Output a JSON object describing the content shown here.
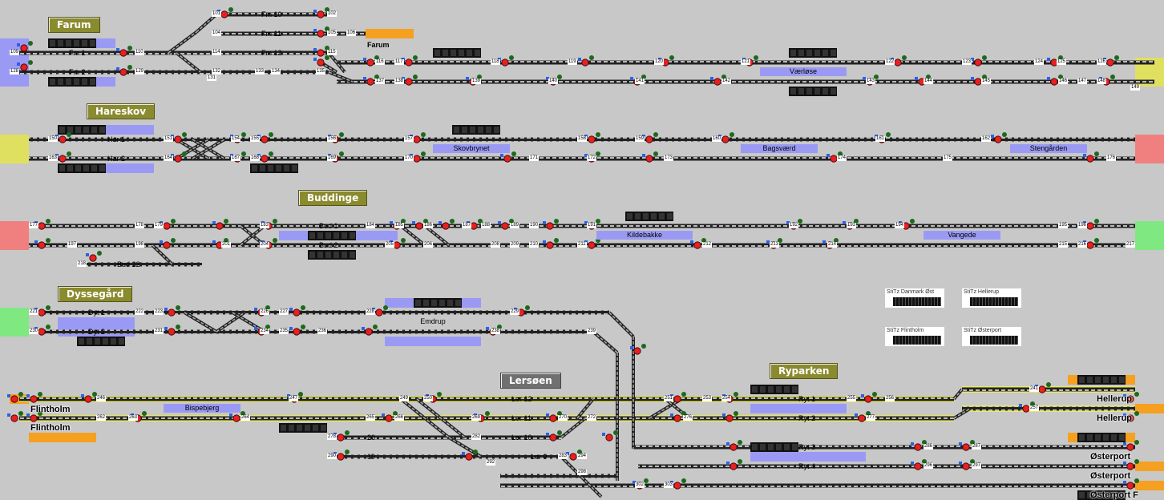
{
  "stations": {
    "farum": "Farum",
    "farum_platform": "Farum",
    "hareskov": "Hareskov",
    "buddinge": "Buddinge",
    "dyssegaard": "Dyssegård",
    "lersoeen": "Lersøen",
    "ryparken": "Ryparken"
  },
  "track_labels": {
    "fm10": "Fm 10",
    "fm11": "Fm 11",
    "fm12": "Fm 12",
    "fm1": "Fm 1",
    "fm2": "Fm 2",
    "har1": "Har 1",
    "har2": "Har 2",
    "bud1": "Bud 1",
    "bud2": "Bud 2",
    "bud22": "Bud 22",
    "dyt1": "Dyt 1",
    "dyt2": "Dyt 2",
    "ler12": "Ler 12",
    "ler11": "Ler 11",
    "ler10": "Ler 10",
    "ler9": "Ler 9",
    "ryt1": "Ryt 1",
    "ryt2": "Ryt 2",
    "ryt3": "Ryt 3",
    "ryt4": "Ryt 4",
    "t20": "20",
    "t19": "19"
  },
  "platforms": {
    "vaerloese": "Værløse",
    "skovbrynet": "Skovbrynet",
    "bagsvaerd": "Bagsværd",
    "stengaarden": "Stengården",
    "kildebakke": "Kildebakke",
    "vangede": "Vangede",
    "emdrup": "Emdrup",
    "bispebjerg": "Bispebjerg"
  },
  "endpoints": {
    "flintholm_1": "Flintholm",
    "flintholm_2": "Flintholm",
    "hellerup_1": "Hellerup",
    "hellerup_2": "Hellerup",
    "oesterport_1": "Østerport",
    "oesterport_2": "Østerport",
    "oesterport_f": "Østerport F"
  },
  "stitz": {
    "danmark_oest": "StiTz Danmark Øst",
    "hellerup": "StiTz Hellerup",
    "flintholm": "StiTz Flintholm",
    "oesterport": "StiTz Østerport"
  },
  "signal_numbers": {
    "s101": "101",
    "s102": "102",
    "s104": "104",
    "s105": "105",
    "s106": "106",
    "s114": "114",
    "s115": "115",
    "s109": "109",
    "s110": "110",
    "s128": "128",
    "s129": "129",
    "s131": "131",
    "s132": "132",
    "s133": "133",
    "s134": "134",
    "s135": "135",
    "s116": "116",
    "s117": "117",
    "s118": "118",
    "s119": "119",
    "s120": "120",
    "s121": "121",
    "s122": "122",
    "s123": "123",
    "s124": "124",
    "s125": "125",
    "s126": "126",
    "s137": "137",
    "s138": "138",
    "s139": "139",
    "s140": "140",
    "s141": "141",
    "s142": "142",
    "s143": "143",
    "s144": "144",
    "s145": "145",
    "s146": "146",
    "s147": "147",
    "s148": "148",
    "s149": "149",
    "s150": "150",
    "s151": "151",
    "s154": "154",
    "s155": "155",
    "s156": "156",
    "s157": "157",
    "s158": "158",
    "s159": "159",
    "s160": "160",
    "s161": "161",
    "s162": "162",
    "s163": "163",
    "s164": "164",
    "s167": "167",
    "s168": "168",
    "s169": "169",
    "s170": "170",
    "s171": "171",
    "s172": "172",
    "s173": "173",
    "s174": "174",
    "s175": "175",
    "s176": "176",
    "s177": "177",
    "s178": "178",
    "s179": "179",
    "s183": "183",
    "s184": "184",
    "s185": "185",
    "s186": "186",
    "s187": "187",
    "s188": "188",
    "s189": "189",
    "s190": "190",
    "s191": "191",
    "s192": "192",
    "s193": "193",
    "s194": "194",
    "s195": "195",
    "s196": "196",
    "s197": "197",
    "s198": "198",
    "s201": "201",
    "s204": "204",
    "s205": "205",
    "s206": "206",
    "s208": "208",
    "s209": "209",
    "s210": "210",
    "s211": "211",
    "s212": "212",
    "s213": "213",
    "s214": "214",
    "s215": "215",
    "s216": "216",
    "s217": "217",
    "s218": "218",
    "s221": "221",
    "s222": "222",
    "s223": "223",
    "s226": "226",
    "s227": "227",
    "s228": "228",
    "s229": "229",
    "s230": "230",
    "s231": "231",
    "s234": "234",
    "s235": "235",
    "s236": "236",
    "s238": "238",
    "s239": "239",
    "s246": "246",
    "s247": "247",
    "s249": "249",
    "s250": "250",
    "s251": "251",
    "s253": "253",
    "s254": "254",
    "s255": "255",
    "s256": "256",
    "s262": "262",
    "s263": "263",
    "s264": "264",
    "s265": "265",
    "s266": "266",
    "s269": "269",
    "s270": "270",
    "s272": "272",
    "s276": "276",
    "s277": "277",
    "s278": "278",
    "s282": "282",
    "s283": "283",
    "s286": "286",
    "s287": "287",
    "s290": "290",
    "s292": "292",
    "s294": "294",
    "s296": "296",
    "s297": "297",
    "s298": "298",
    "s241": "241",
    "s257": "257",
    "s302": "302",
    "s303": "303"
  },
  "colors": {
    "background": "#c8c8c8",
    "station_label": "#8a8a2e",
    "platform": "#9a9af5",
    "boundary_yellow": "#e0e060",
    "boundary_red": "#f08080",
    "boundary_green": "#80e880",
    "boundary_blue": "#9a9af5",
    "orange": "#f5a020",
    "route_highlight": "#e8e860",
    "signal_red": "#e82020"
  }
}
